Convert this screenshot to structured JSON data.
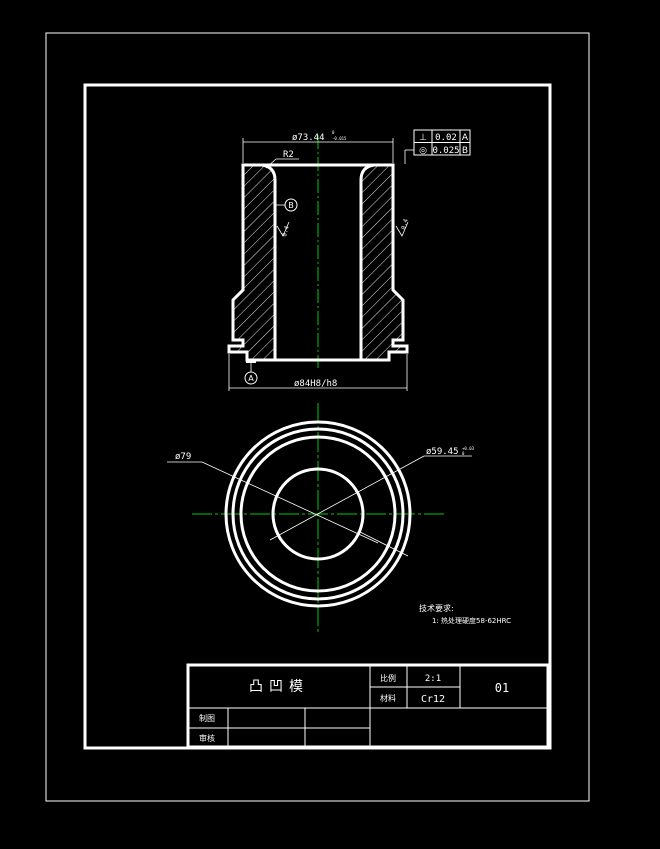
{
  "title_block": {
    "part_name": "凸凹模",
    "scale_label": "比例",
    "scale_value": "2:1",
    "material_label": "材料",
    "material_value": "Cr12",
    "drawing_number": "01",
    "drawn_by_label": "制图",
    "checked_by_label": "审核"
  },
  "notes": {
    "heading": "技术要求:",
    "line1": "1: 热处理硬度58-62HRC"
  },
  "dimensions": {
    "top_diameter": "ø73.44",
    "top_tolerance_upper": "0",
    "top_tolerance_lower": "-0.015",
    "radius": "R2",
    "bottom_diameter": "ø84H8/h8",
    "outer_circle": "ø79",
    "inner_circle": "ø59.45",
    "inner_tolerance_upper": "+0.03",
    "inner_tolerance_lower": "0",
    "surface_finish_left": "0.4",
    "surface_finish_right": "0.4"
  },
  "datums": {
    "a": "A",
    "b": "B"
  },
  "tolerance_frames": [
    {
      "symbol": "⊥",
      "value": "0.02",
      "datum": "A"
    },
    {
      "symbol": "◎",
      "value": "0.025",
      "datum": "B"
    }
  ],
  "colors": {
    "background": "#000000",
    "lines": "#ffffff",
    "centerline": "#00cc00"
  }
}
